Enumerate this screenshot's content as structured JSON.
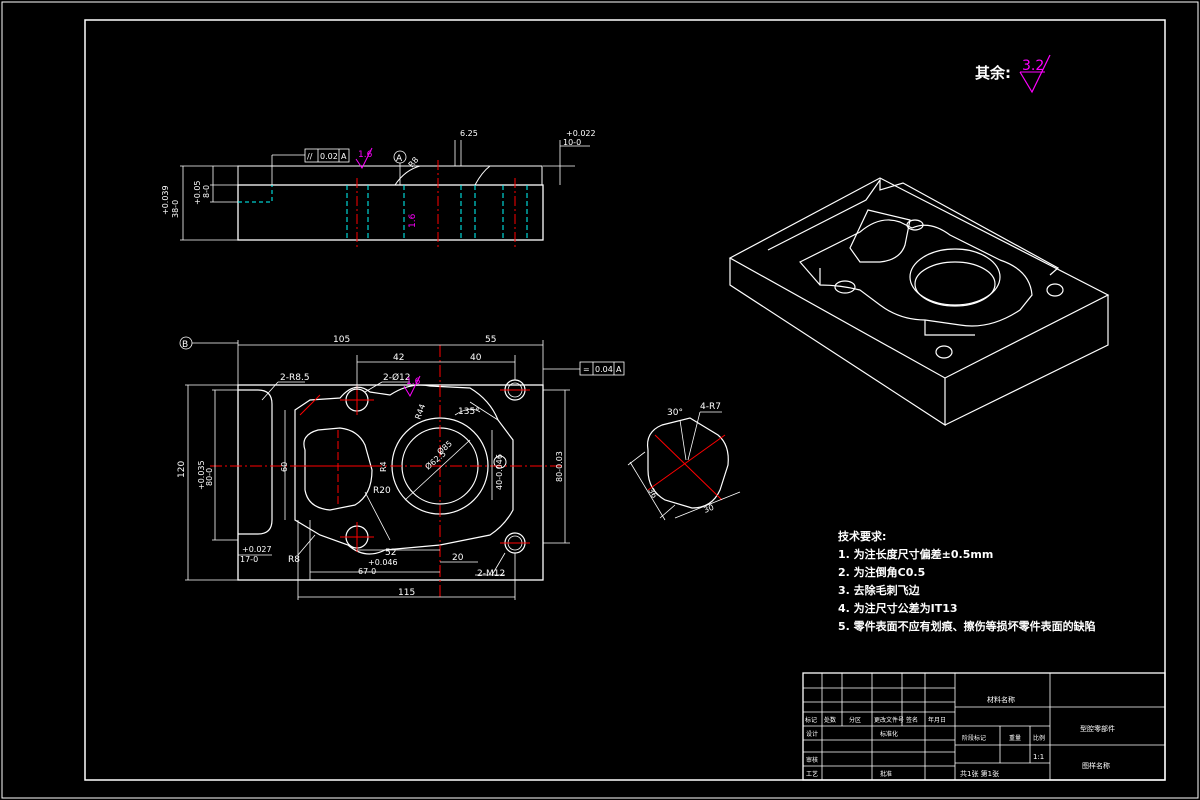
{
  "roughness": {
    "label": "其余:",
    "value": "3.2"
  },
  "top_view": {
    "tol_upper_left": "+0.039",
    "dim_left": "38-0",
    "tol_upper_inner": "+0.05",
    "dim_inner": "8-0",
    "frame_symbol": "//",
    "frame_value": "0.02",
    "frame_datum": "A",
    "roughness_1": "1.6",
    "datum_a": "A",
    "r_label": "R8",
    "dim_625": "6.25",
    "tol_right": "+0.022",
    "dim_right": "10-0",
    "roughness_2": "1.6"
  },
  "front_view": {
    "datum_b": "B",
    "dim_105": "105",
    "dim_55": "55",
    "dim_42": "42",
    "dim_40": "40",
    "r85": "2-R8.5",
    "phi12": "2-Ø12",
    "roughness": "1.6",
    "r44": "R44",
    "angle": "135°",
    "phi85": "Ø85",
    "phi_inner": "Ø62.5",
    "dim_120": "120",
    "tol_left": "+0.035",
    "dim_80": "80-0",
    "dim_60": "60",
    "r_small": "R4",
    "dim_40_0046": "40-0.046",
    "dim_80_003": "80-0.03",
    "r20": "R20",
    "tol_bottom_left": "+0.027",
    "dim_17": "17-0",
    "r8": "R8",
    "dim_52": "52",
    "tol_67": "+0.046",
    "dim_67": "67-0",
    "dim_20": "20",
    "m12": "2-M12",
    "dim_115": "115",
    "flatness_symbol": "=",
    "flatness_value": "0.04",
    "flatness_datum": "A"
  },
  "detail_view": {
    "angle": "30°",
    "r7": "4-R7",
    "dim_36": "36",
    "dim_30": "30"
  },
  "technical_requirements": {
    "title": "技术要求:",
    "items": [
      "1. 为注长度尺寸偏差±0.5mm",
      "2. 为注倒角C0.5",
      "3. 去除毛刺飞边",
      "4. 为注尺寸公差为IT13",
      "5. 零件表面不应有划痕、擦伤等损坏零件表面的缺陷"
    ]
  },
  "title_block": {
    "material": "材料名称",
    "part_name": "型腔零部件",
    "company": "图样名称",
    "row_headers": [
      "标记",
      "处数",
      "分区",
      "更改文件号",
      "签名",
      "年月日"
    ],
    "design": "设计",
    "standard": "标准化",
    "review": "审核",
    "process": "工艺",
    "approve": "批准",
    "stage_label": "阶段标记",
    "weight_label": "重量",
    "scale_label": "比例",
    "scale_value": "1:1",
    "sheet_info": "共1张  第1张"
  }
}
